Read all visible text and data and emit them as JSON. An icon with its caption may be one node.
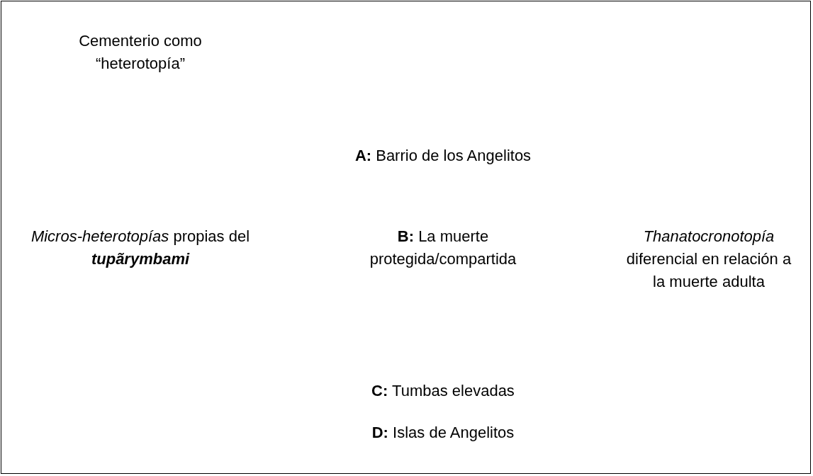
{
  "diagram": {
    "labels": [
      "Cementerio como “heterotopía”",
      "**A:** Barrio de los Angelitos",
      "*Micros-heterotopías* propias del **tupãrymbami**",
      "**B:** La muerte protegida/compartida",
      "*Thanatocronotopía* diferencial en relación a la muerte adulta",
      "**C:** Tumbas elevadas",
      "**D:** Islas de Angelitos"
    ]
  }
}
